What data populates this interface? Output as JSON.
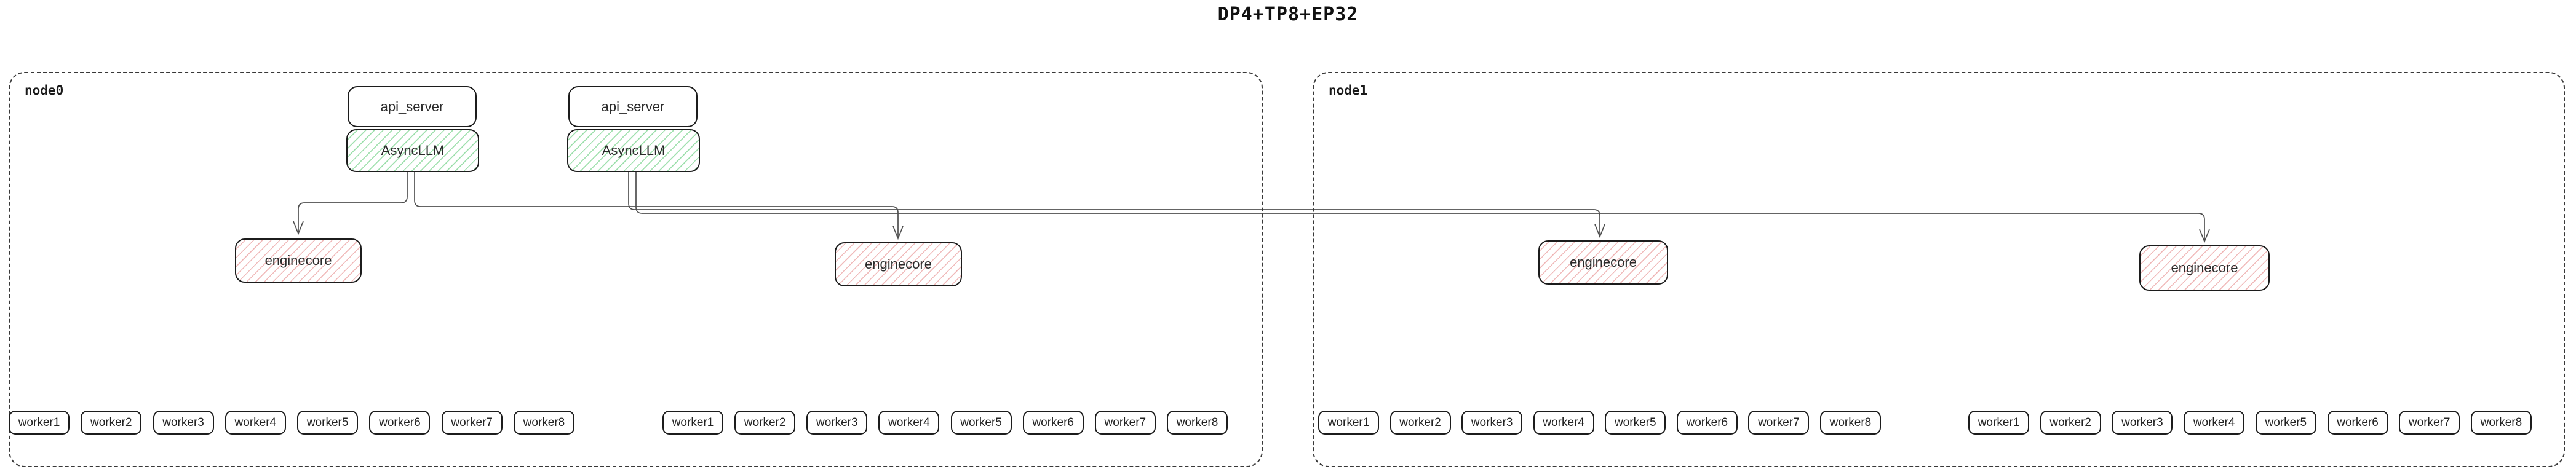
{
  "title": "DP4+TP8+EP32",
  "colors": {
    "box_border": "#1c1c1c",
    "edge_line": "#4f4f4f",
    "green_hatch": "#a0e0ae",
    "red_hatch": "#f0b9b9",
    "container_border": "#383838"
  },
  "containers": [
    {
      "id": "node0",
      "label": "node0"
    },
    {
      "id": "node1",
      "label": "node1"
    }
  ],
  "stacks": [
    {
      "id": "stack0",
      "container": "node0",
      "api_label": "api_server",
      "llm_label": "AsyncLLM"
    },
    {
      "id": "stack1",
      "container": "node0",
      "api_label": "api_server",
      "llm_label": "AsyncLLM"
    }
  ],
  "enginecores": [
    {
      "id": "ec0",
      "container": "node0",
      "label": "enginecore"
    },
    {
      "id": "ec1",
      "container": "node0",
      "label": "enginecore"
    },
    {
      "id": "ec2",
      "container": "node1",
      "label": "enginecore"
    },
    {
      "id": "ec3",
      "container": "node1",
      "label": "enginecore"
    }
  ],
  "worker_groups": [
    {
      "id": "wg0",
      "container": "node0",
      "workers": [
        "worker1",
        "worker2",
        "worker3",
        "worker4",
        "worker5",
        "worker6",
        "worker7",
        "worker8"
      ]
    },
    {
      "id": "wg1",
      "container": "node0",
      "workers": [
        "worker1",
        "worker2",
        "worker3",
        "worker4",
        "worker5",
        "worker6",
        "worker7",
        "worker8"
      ]
    },
    {
      "id": "wg2",
      "container": "node1",
      "workers": [
        "worker1",
        "worker2",
        "worker3",
        "worker4",
        "worker5",
        "worker6",
        "worker7",
        "worker8"
      ]
    },
    {
      "id": "wg3",
      "container": "node1",
      "workers": [
        "worker1",
        "worker2",
        "worker3",
        "worker4",
        "worker5",
        "worker6",
        "worker7",
        "worker8"
      ]
    }
  ],
  "edges": [
    {
      "from": "AsyncLLM (stack0)",
      "to": "enginecore (node0, left)"
    },
    {
      "from": "AsyncLLM (stack0)",
      "to": "enginecore (node0, right)"
    },
    {
      "from": "AsyncLLM (stack1)",
      "to": "enginecore (node1, left)"
    },
    {
      "from": "AsyncLLM (stack1)",
      "to": "enginecore (node1, right)"
    }
  ]
}
